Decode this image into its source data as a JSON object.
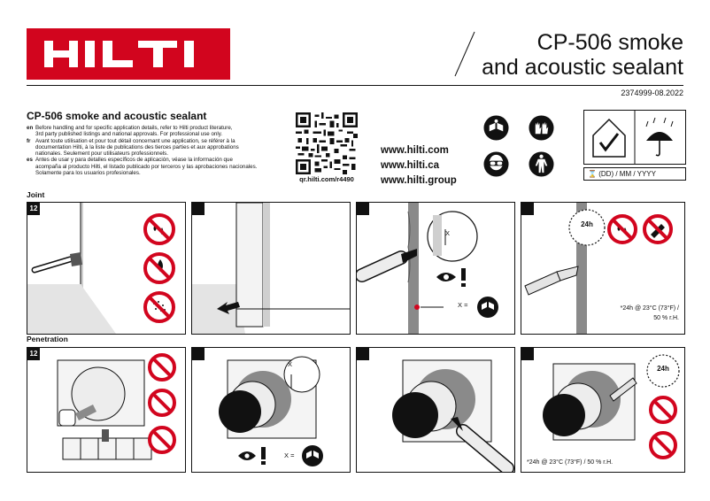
{
  "header": {
    "brand": "HILTI",
    "title_line1": "CP-506 smoke",
    "title_line2": "and acoustic sealant",
    "doc_number": "2374999-08.2022"
  },
  "info": {
    "product_name": "CP-506 smoke and acoustic sealant",
    "notes": [
      {
        "lang": "en",
        "lines": [
          "Before handling and for specific application details, refer to Hilti product literature,",
          "3rd party published listings and national approvals. For professional use only."
        ]
      },
      {
        "lang": "fr",
        "lines": [
          "Avant toute utilisation et pour tout détail concernant une application, se référer à la",
          "documentation Hilti, à la liste de publications des tierces parties et aux approbations",
          "nationales. Seulement pour utilisateurs professionnels."
        ]
      },
      {
        "lang": "es",
        "lines": [
          "Antes de usar y para detalles específicos de aplicación, véase la información que",
          "acompaña al producto Hilti, el listado publicado por terceros y las aprobaciones nacionales.",
          "Solamente para los usuarios profesionales."
        ]
      }
    ],
    "qr_caption": "qr.hilti.com/r4490",
    "websites": [
      "www.hilti.com",
      "www.hilti.ca",
      "www.hilti.group"
    ],
    "ppe_icons": [
      "read-manual-icon",
      "gloves-icon",
      "goggles-icon",
      "coverall-icon"
    ],
    "date_format": "(DD) / MM / YYYY"
  },
  "sections": {
    "joint": {
      "label": "Joint",
      "step1_badge": "12",
      "cure_badge": "24h",
      "cure_caption_1": "*24h @ 23°C (73°F) /",
      "cure_caption_2": "50 % r.H.",
      "x_label": "X",
      "manual_eq": "X ="
    },
    "penetration": {
      "label": "Penetration",
      "step1_badge": "12",
      "cure_badge": "24h",
      "cure_caption": "*24h @ 23°C (73°F) / 50 % r.H.",
      "x_label": "X",
      "manual_eq": "X ="
    }
  },
  "colors": {
    "brand_red": "#d2051e",
    "prohibit_red": "#d2051e",
    "material_gray": "#8a8a8a",
    "wall_gray": "#e4e4e4"
  }
}
